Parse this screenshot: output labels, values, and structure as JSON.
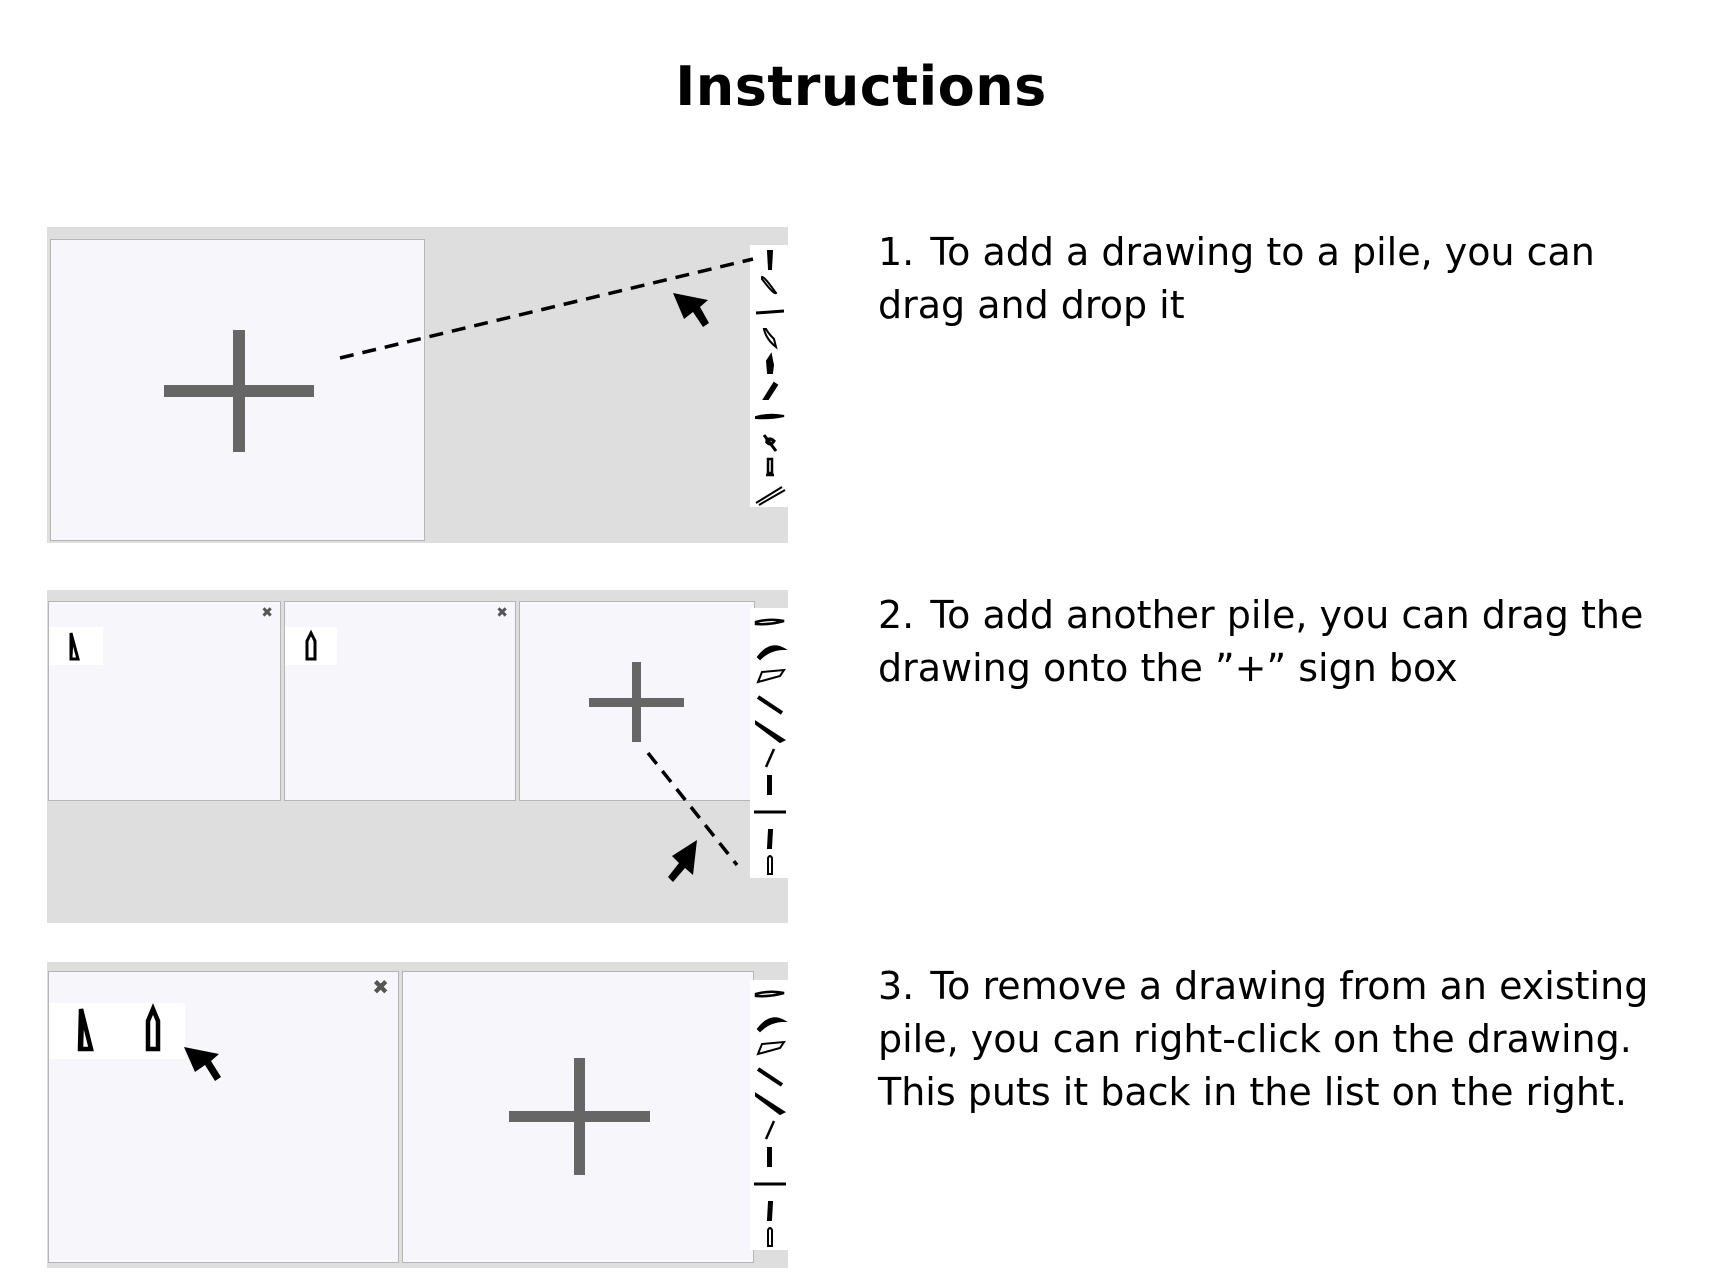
{
  "title": "Instructions",
  "steps": [
    {
      "number": "1.",
      "text": "To add a drawing to a pile, you can drag and drop it"
    },
    {
      "number": "2.",
      "text": "To add another pile, you can drag the drawing onto the ”+” sign box"
    },
    {
      "number": "3.",
      "text": "To remove a drawing from an existing pile, you can right-click on the drawing. This puts it back in the list on the right."
    }
  ],
  "icons": {
    "add": "plus-icon",
    "remove": "close-icon",
    "cursor": "cursor-arrow-icon",
    "drawing": "drawing-thumbnail-icon"
  },
  "close_glyph": "✖",
  "colors": {
    "panel_background": "#dedede",
    "pile_background": "#f7f7fb",
    "pile_border": "#b5b5b5",
    "plus_sign": "#666666",
    "drag_path": "#000000"
  }
}
